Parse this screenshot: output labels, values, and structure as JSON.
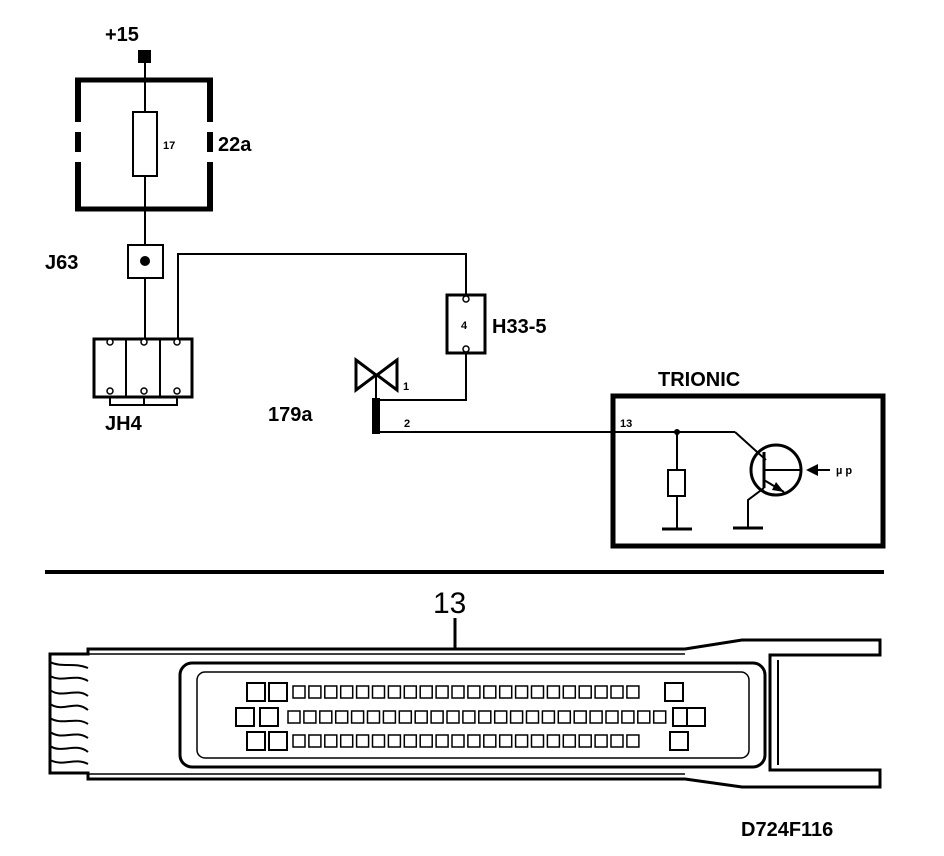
{
  "labels": {
    "supply": "+15",
    "fuse_box": "22a",
    "fuse": "17",
    "junction": "J63",
    "splice": "JH4",
    "connector": "H33-5",
    "connector_pin": "4",
    "valve": "179a",
    "valve_pin1": "1",
    "valve_pin2": "2",
    "ecu": "TRIONIC",
    "ecu_pin": "13",
    "mu_p": "µ p",
    "ecu_connector_pin": "13",
    "drawing_id": "D724F116"
  }
}
